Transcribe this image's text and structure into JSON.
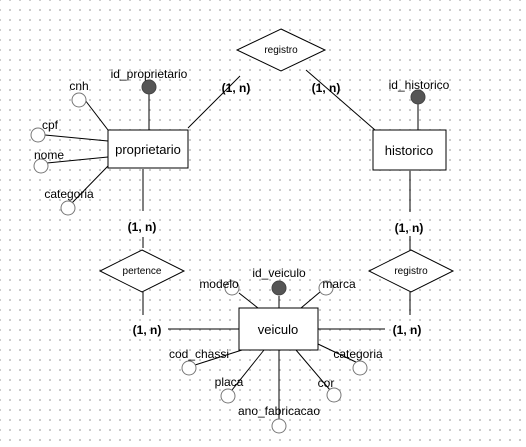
{
  "entities": {
    "proprietario": "proprietario",
    "historico": "historico",
    "veiculo": "veiculo"
  },
  "relationships": {
    "registro_top": "registro",
    "pertence": "pertence",
    "registro_right": "registro"
  },
  "cardinality": {
    "registro_proprietario": "(1, n)",
    "registro_historico": "(1, n)",
    "pertence_proprietario": "(1, n)",
    "pertence_veiculo": "(1, n)",
    "registro_historico_lower": "(1, n)",
    "registro_veiculo": "(1, n)"
  },
  "attributes": {
    "proprietario": {
      "key": "id_proprietario",
      "items": [
        "cnh",
        "cpf",
        "nome",
        "categoria"
      ]
    },
    "historico": {
      "key": "id_historico"
    },
    "veiculo": {
      "key": "id_veiculo",
      "items": [
        "modelo",
        "marca",
        "cod_chassi",
        "categoria",
        "placa",
        "cor",
        "ano_fabricacao"
      ]
    }
  },
  "colors": {
    "line": "#000000",
    "key_attribute_fill": "#555555",
    "attribute_fill": "#ffffff",
    "grid_dot": "#c4c4c4"
  }
}
